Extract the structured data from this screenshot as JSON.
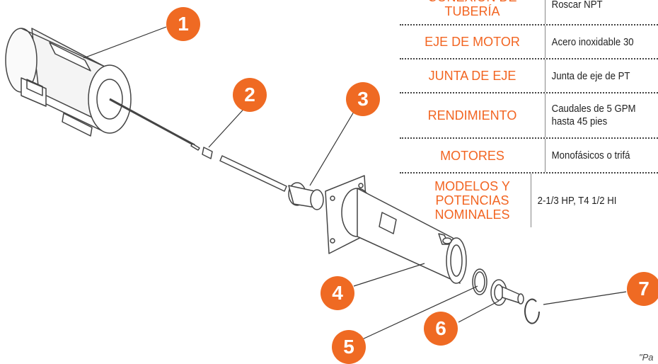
{
  "callouts": [
    "1",
    "2",
    "3",
    "4",
    "5",
    "6",
    "7"
  ],
  "specs": [
    {
      "label": "CONEXIÓN DE TUBERÍA",
      "value": "Roscar NPT"
    },
    {
      "label": "EJE DE MOTOR",
      "value": "Acero inoxidable 30"
    },
    {
      "label": "JUNTA DE EJE",
      "value": "Junta de eje de PT"
    },
    {
      "label": "RENDIMIENTO",
      "value": "Caudales de 5 GPM hasta 45 pies"
    },
    {
      "label": "MOTORES",
      "value": "Monofásicos o trifá"
    },
    {
      "label": "MODELOS Y POTENCIAS NOMINALES",
      "value": "2-1/3 HP, T4 1/2 HI"
    }
  ],
  "footnote": "\"Pa",
  "colors": {
    "accent": "#ef6a23",
    "line": "#444444"
  }
}
